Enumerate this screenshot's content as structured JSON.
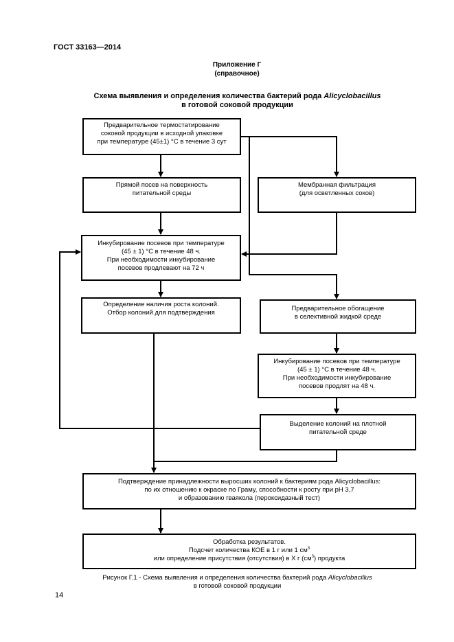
{
  "header": {
    "standard": "ГОСТ 33163—2014"
  },
  "annex": {
    "title": "Приложение Г",
    "subtitle": "(справочное)"
  },
  "scheme_title": {
    "line1_prefix": "Схема выявления и определения количества бактерий рода ",
    "line1_genus": "Alicyclobacillus",
    "line2": "в готовой соковой продукции"
  },
  "boxes": {
    "preincubation": [
      "Предварительное термостатирование",
      "соковой продукции в исходной упаковке",
      "при температуре (45±1) °С в течение 3 сут"
    ],
    "direct_plating": [
      "Прямой посев на поверхность",
      "питательной среды"
    ],
    "membrane_filtration": [
      "Мембранная фильтрация",
      "(для осветленных соков)"
    ],
    "incubation_left": [
      "Инкубирование посевов при температуре",
      "(45 ± 1) °С в течение 48 ч.",
      "При необходимости инкубирование",
      "посевов продлевают на 72 ч"
    ],
    "growth_detection": [
      "Определение наличия роста колоний.",
      "Отбор колоний для подтверждения"
    ],
    "enrichment": [
      "Предварительное обогащение",
      "в селективной жидкой среде"
    ],
    "incubation_right": [
      "Инкубирование посевов при температуре",
      "(45 ± 1) °С в течение 48 ч.",
      "При необходимости инкубирование",
      "посевов продлят на 48 ч."
    ],
    "isolation": [
      "Выделение колоний на плотной",
      "питательной среде"
    ],
    "confirmation": [
      "Подтверждение принадлежности выросших колоний к бактериям рода Alicyclobacillus:",
      "по их отношению к окраске по Граму, способности к росту при pH 3,7",
      "и образованию гваякола (пероксидазный тест)"
    ],
    "results": {
      "line1": "Обработка результатов.",
      "line2_text": "Подсчет количества КОЕ в 1 г или 1 см",
      "line2_sup": "3",
      "line3_text_a": "или определение присутствия (отсутствия) в Х г (см",
      "line3_sup": "3",
      "line3_text_b": ") продукта"
    }
  },
  "caption": {
    "line1_prefix": "Рисунок Г.1 - Схема выявления и определения количества бактерий рода ",
    "line1_genus": "Alicyclobacillus",
    "line2": "в готовой соковой продукции"
  },
  "page_number": "14"
}
